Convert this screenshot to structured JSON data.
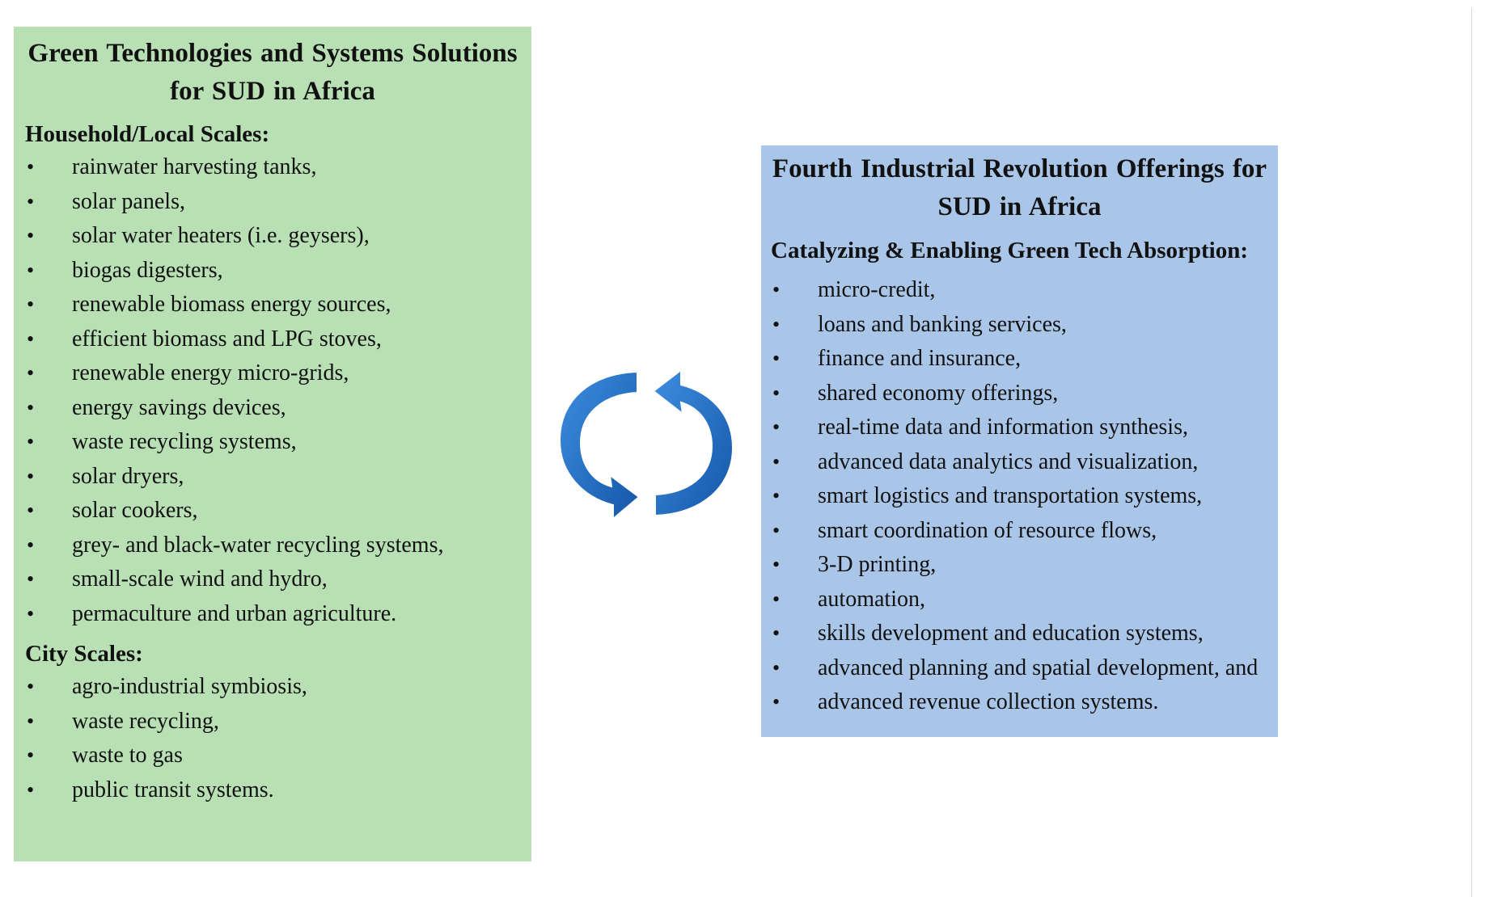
{
  "left_panel": {
    "title": "Green Technologies and Systems Solutions for SUD in Africa",
    "household_heading": "Household/Local Scales:",
    "household_items": [
      "rainwater harvesting tanks,",
      "solar panels,",
      "solar water heaters (i.e. geysers),",
      "biogas digesters,",
      "renewable biomass energy sources,",
      "efficient biomass and LPG stoves,",
      "renewable energy micro-grids,",
      "energy savings devices,",
      "waste recycling systems,",
      "solar dryers,",
      "solar cookers,",
      "grey- and black-water recycling systems,",
      "small-scale wind and hydro,",
      "permaculture and urban agriculture."
    ],
    "city_heading": "City Scales:",
    "city_items": [
      "agro-industrial symbiosis,",
      "waste recycling,",
      "waste to gas",
      "public transit systems."
    ],
    "background_color": "#b8e0b4"
  },
  "right_panel": {
    "title": "Fourth Industrial Revolution Offerings for SUD in Africa",
    "heading": "Catalyzing & Enabling Green Tech Absorption:",
    "items": [
      "micro-credit,",
      "loans and banking services,",
      "finance and insurance,",
      "shared economy offerings,",
      "real-time data and information synthesis,",
      "advanced data analytics and visualization,",
      "smart logistics and transportation systems,",
      "smart coordination of resource flows,",
      "3-D printing,",
      "automation,",
      "skills development and education systems,",
      "advanced planning and spatial development, and",
      "advanced revenue collection systems."
    ],
    "background_color": "#a9c6e9"
  },
  "bullet_glyph": "•",
  "connector": {
    "icon": "cycle-arrows-icon",
    "color": "#1f6fc4"
  }
}
